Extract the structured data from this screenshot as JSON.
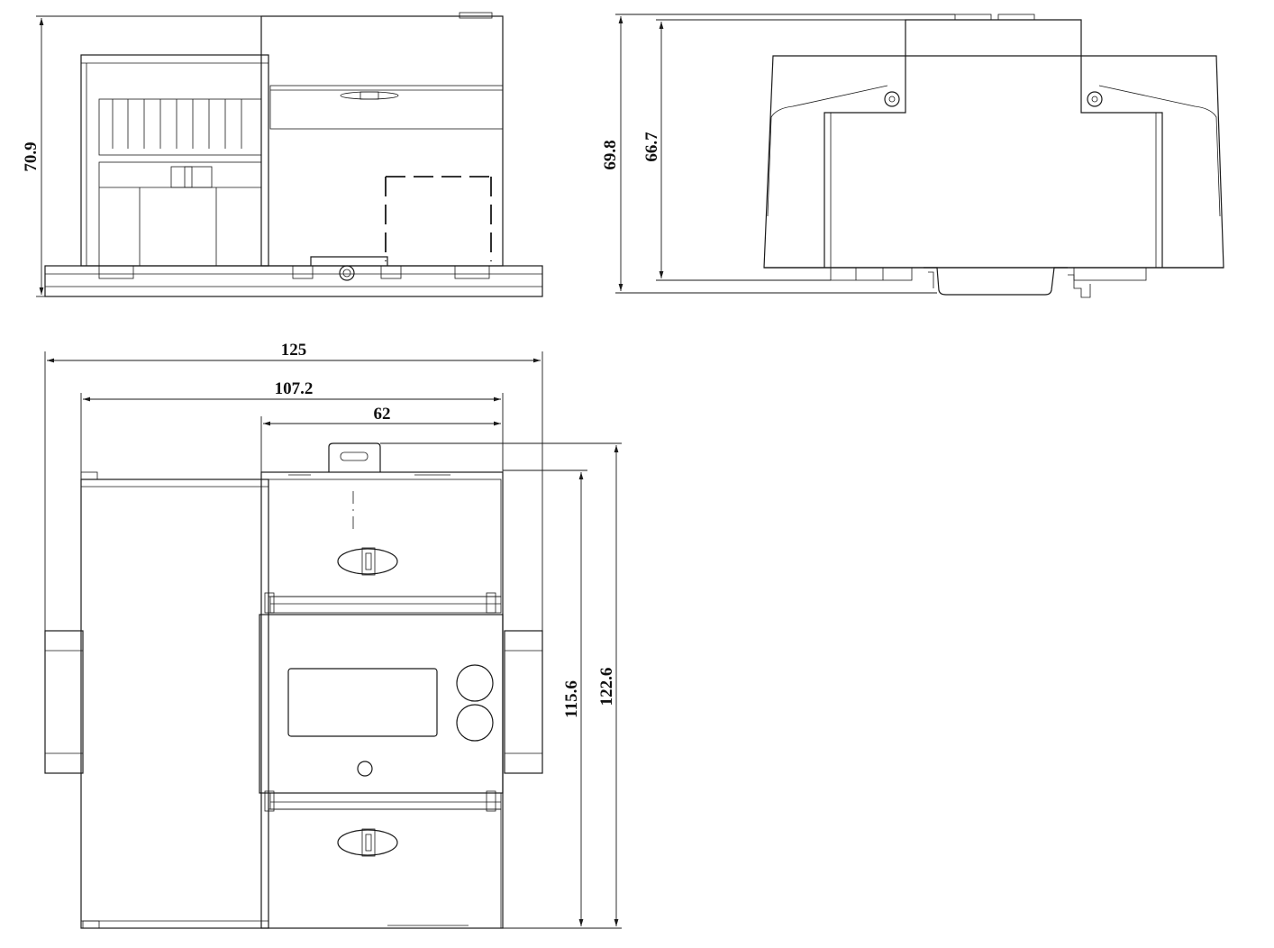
{
  "dimensions": {
    "side_height": "70.9",
    "end_height_total": "69.8",
    "end_height_body": "66.7",
    "overall_width": "125",
    "body_width": "107.2",
    "module_width": "62",
    "front_height_body": "115.6",
    "front_height_total": "122.6"
  },
  "colors": {
    "line": "#1a1a1a",
    "background": "#ffffff"
  }
}
